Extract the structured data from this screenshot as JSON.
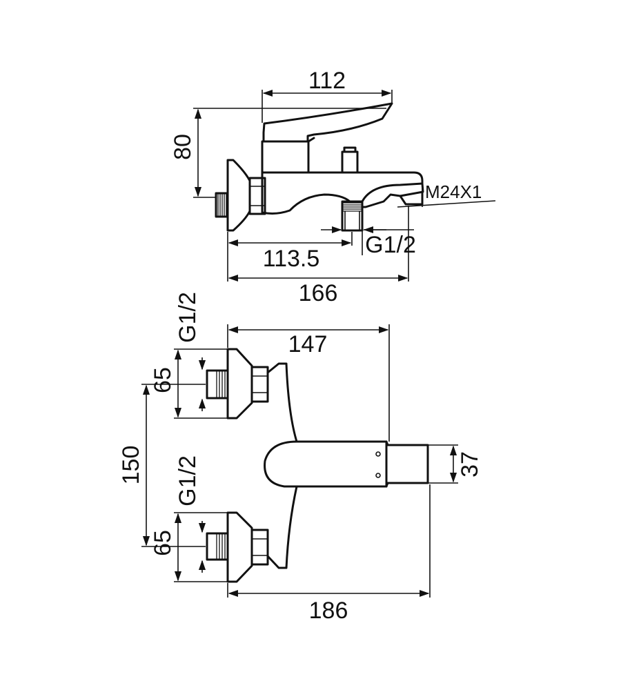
{
  "side_view": {
    "dim_width_top": "112",
    "dim_height": "80",
    "dim_spout_thread": "M24X1",
    "dim_outlet_thread": "G1/2",
    "dim_outlet_offset": "113.5",
    "dim_total_depth": "166"
  },
  "top_view": {
    "dim_inlet_thread_upper": "G1/2",
    "dim_flange_upper": "65",
    "dim_handle_reach": "147",
    "dim_centers": "150",
    "dim_handle_width": "37",
    "dim_inlet_thread_lower": "G1/2",
    "dim_flange_lower": "65",
    "dim_total_length": "186"
  }
}
